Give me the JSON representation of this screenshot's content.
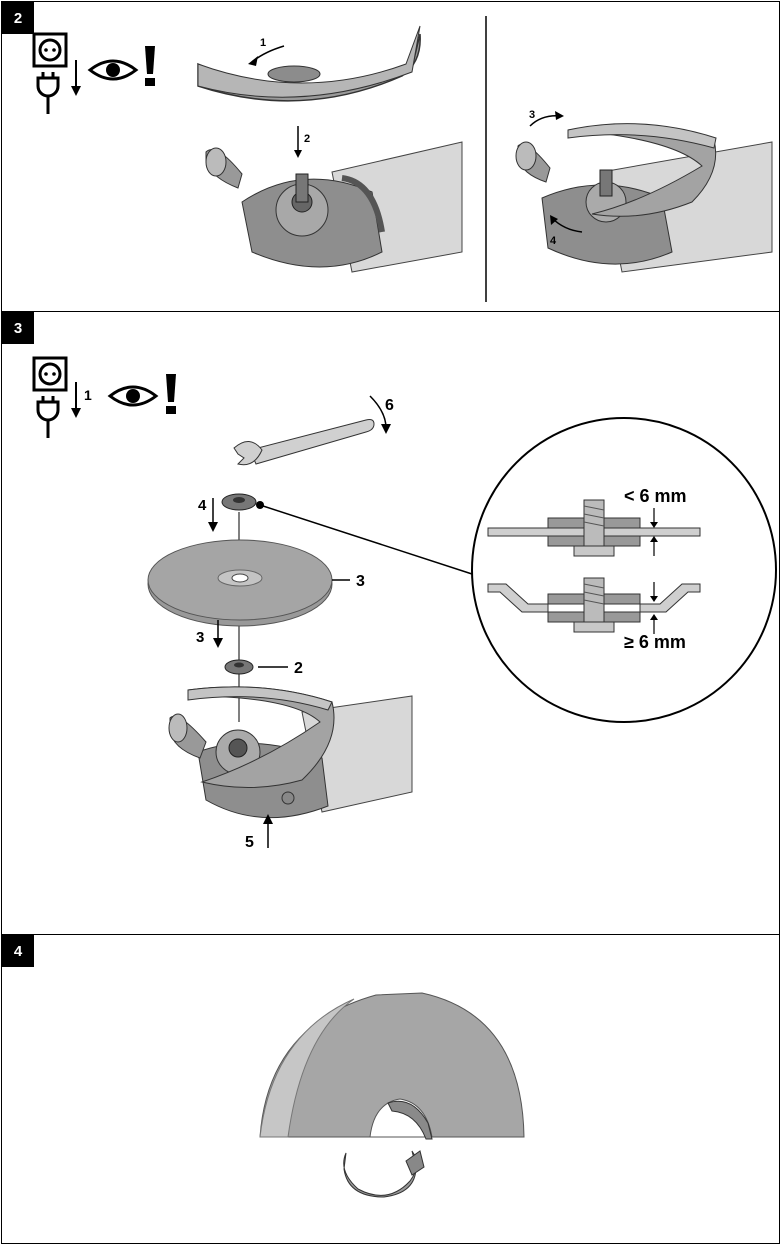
{
  "figures": [
    {
      "number": "2",
      "callouts": {
        "step_1": "1",
        "step_2": "2",
        "step_3": "3",
        "step_4": "4"
      },
      "icons": [
        "unplug-power-icon",
        "eye-inspect-icon",
        "caution-icon"
      ]
    },
    {
      "number": "3",
      "callouts": {
        "step_1": "1",
        "step_2": "2",
        "step_3": "3",
        "step_4": "4",
        "step_5": "5",
        "step_6": "6",
        "label_2": "2",
        "label_3": "3"
      },
      "detail": {
        "thin_disc_label": "< 6 mm",
        "thick_disc_label": "≥ 6 mm"
      },
      "icons": [
        "unplug-power-icon",
        "eye-inspect-icon",
        "caution-icon"
      ]
    },
    {
      "number": "4",
      "icons": []
    }
  ]
}
